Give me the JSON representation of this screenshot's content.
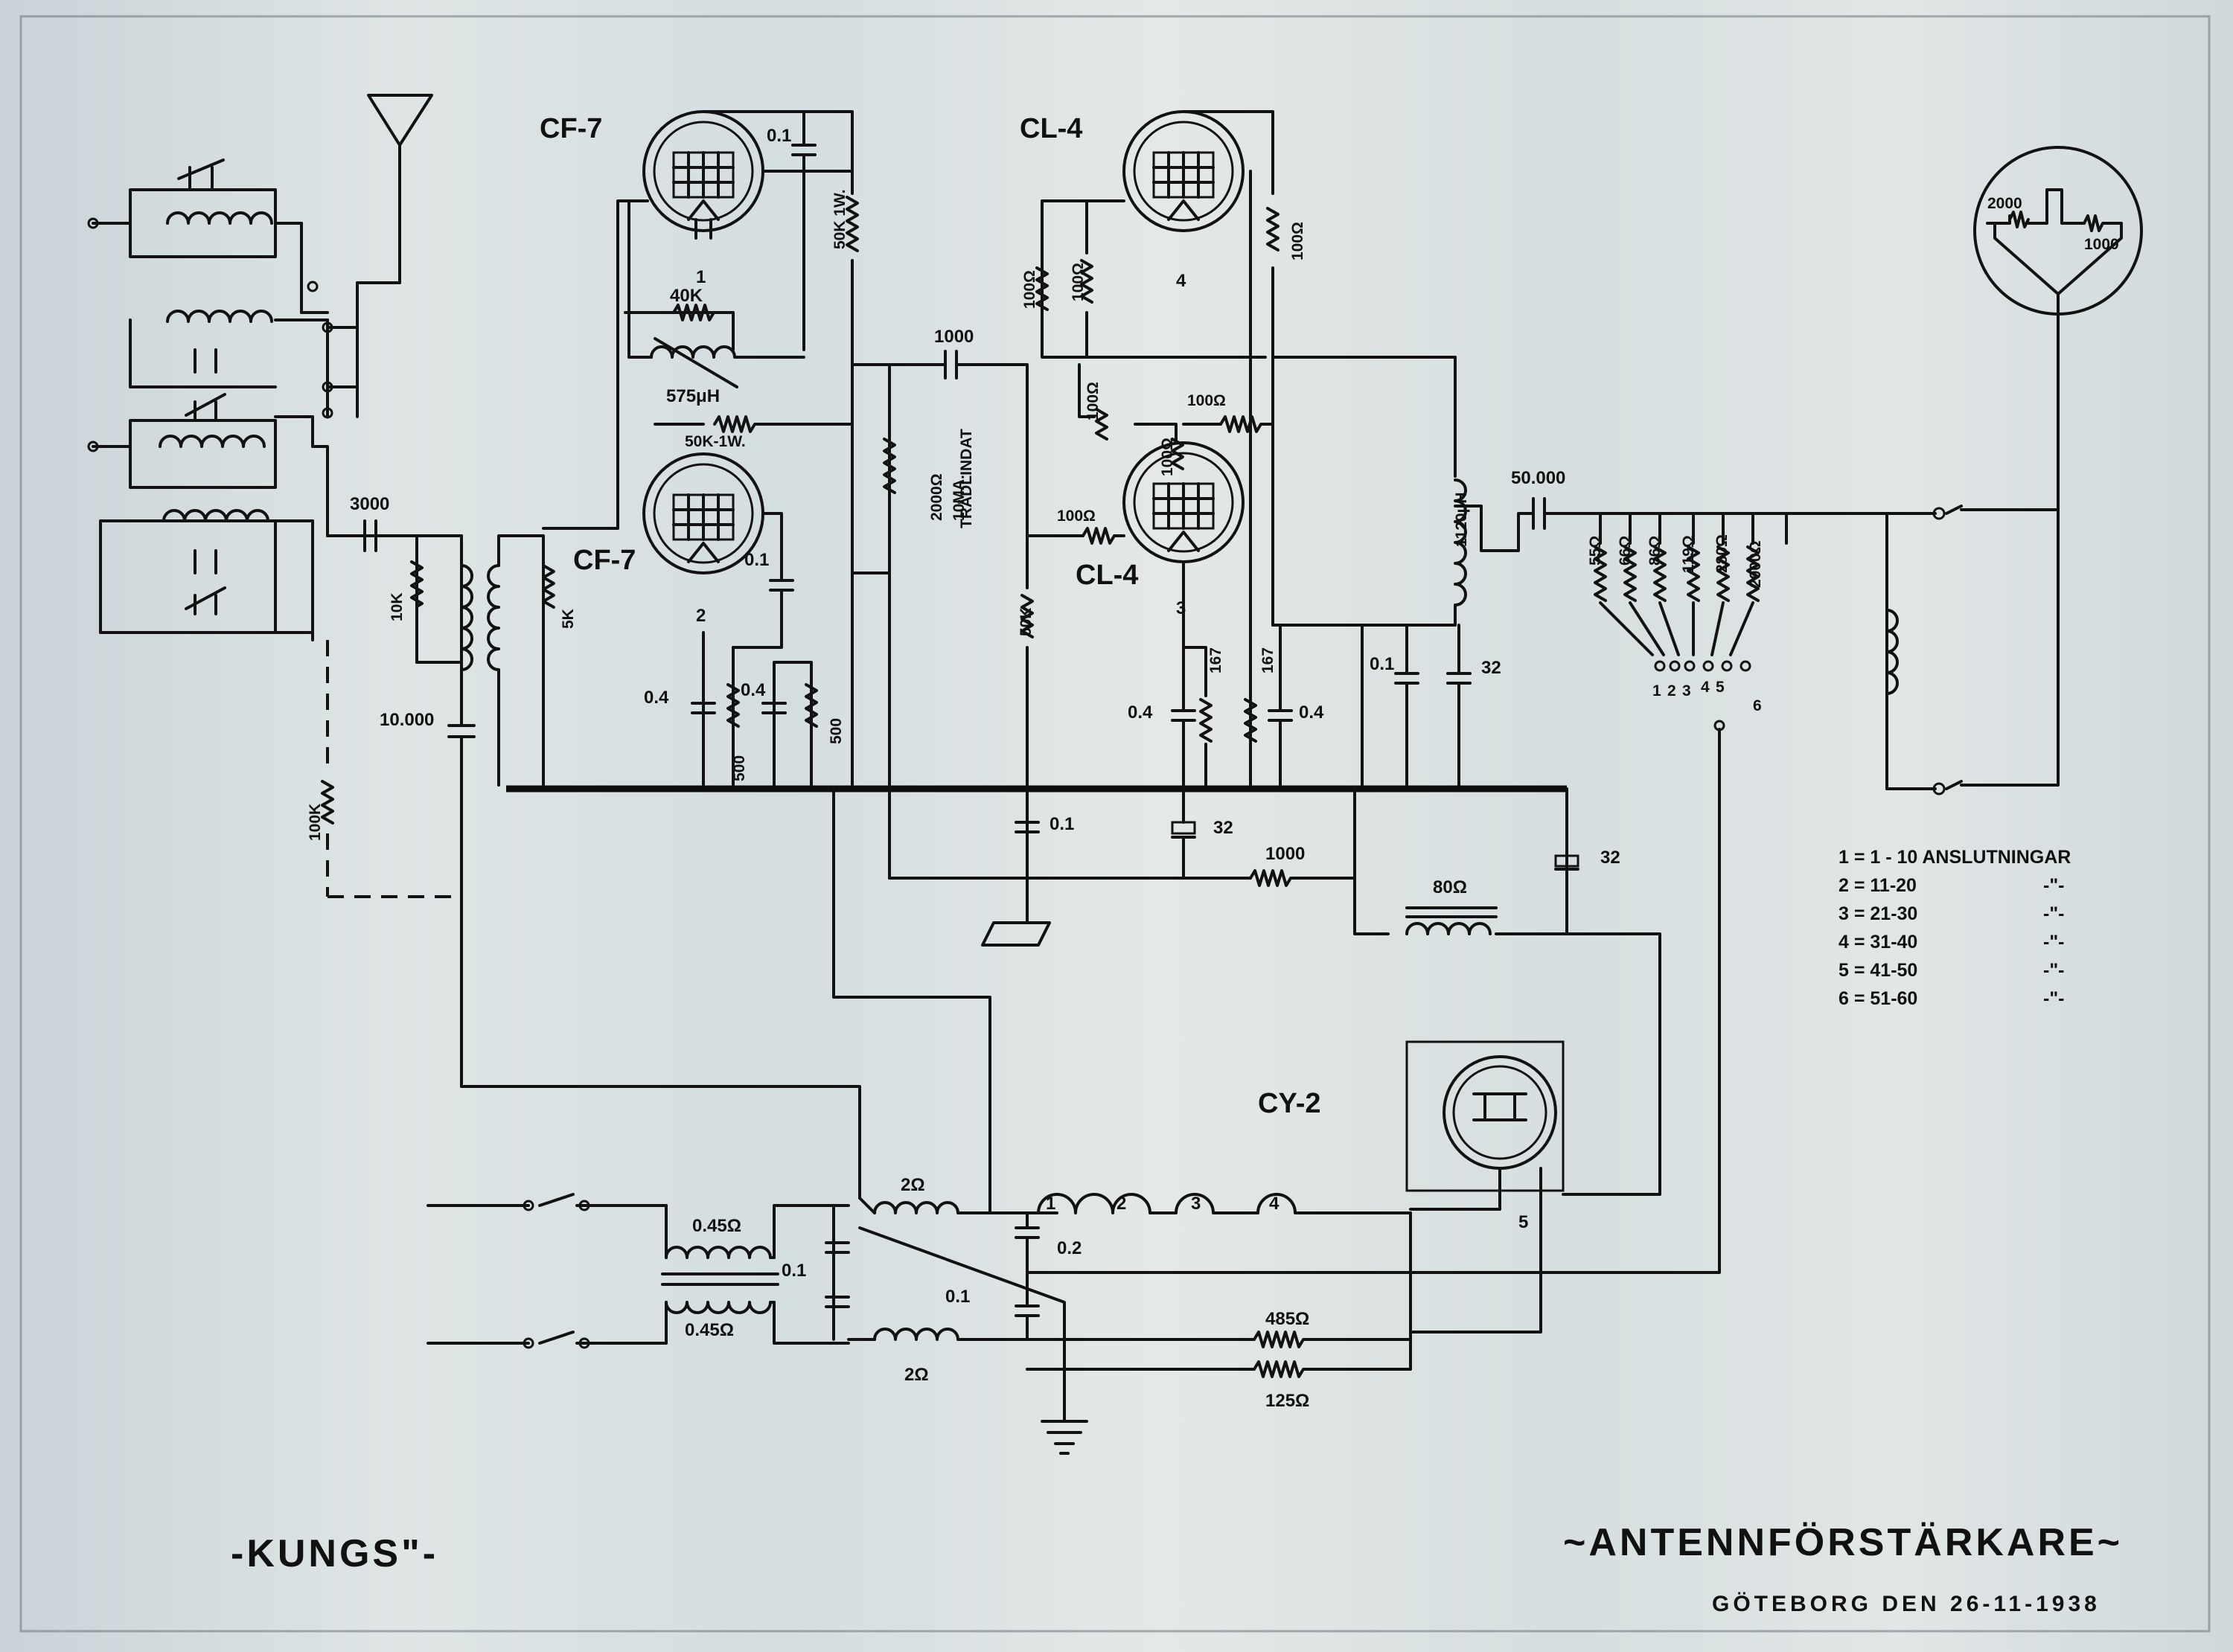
{
  "title_left": "-KUNGS\"-",
  "title_right": "~ANTENNFÖRSTÄRKARE~",
  "subtitle": "GÖTEBORG DEN 26-11-1938",
  "tubes": {
    "t1_name": "CF-7",
    "t1_no": "1",
    "t2_name": "CF-7",
    "t2_no": "2",
    "t3_name": "CL-4",
    "t3_no": "3",
    "t4_name": "CL-4",
    "t4_no": "4",
    "rect_name": "CY-2",
    "rect_no": "5"
  },
  "labels": {
    "c_3000": "3000",
    "r_10k": "10K",
    "r_5k": "5K",
    "c_10000": "10.000",
    "r_100k": "100K",
    "c_01_top": "0.1",
    "r_50k_1w": "50K 1W.",
    "r_40k": "40K",
    "l_575": "575μH",
    "r_50k_1w_b": "50K-1W.",
    "c_01_mid": "0.1",
    "c_04_a": "0.4",
    "r_500_a": "500",
    "c_04_b": "0.4",
    "r_500_b": "500",
    "c_1000_top": "1000",
    "r_2000_trad": "2000Ω",
    "trad_text": "TRÅDLINDAT",
    "trad_ma": "10MA.",
    "r_50k": "50K",
    "r_100_a": "100Ω",
    "r_100_b": "100Ω",
    "r_100_c": "100Ω",
    "r_100_d": "100Ω",
    "r_100_e": "100Ω",
    "r_100_f": "100Ω",
    "r_100_g": "100Ω",
    "c_04_c": "0.4",
    "r_167_a": "167",
    "r_167_b": "167",
    "c_04_d": "0.4",
    "l_1120": "1120μH",
    "c_01_r": "0.1",
    "c_32_r": "32",
    "c_50000": "50.000",
    "r_55": "55Ω",
    "r_66": "66Ω",
    "r_86": "86Ω",
    "r_119": "119Ω",
    "r_280": "280Ω",
    "r_2000b": "2000Ω",
    "sw_pos": "123456",
    "sw_1": "1",
    "sw_2": "2",
    "sw_3": "3",
    "sw_4": "4",
    "sw_5": "5",
    "sw_6": "6",
    "c_01_bus": "0.1",
    "c_32_bus": "32",
    "r_1000_bus": "1000",
    "c_32_far": "32",
    "l_80": "80Ω",
    "meter_2000": "2000",
    "meter_1000": "1000",
    "l_045_a": "0.45Ω",
    "l_045_b": "0.45Ω",
    "c_01_in": "0.1",
    "l_2_a": "2Ω",
    "l_2_b": "2Ω",
    "c_02": "0.2",
    "c_01_lo": "0.1",
    "fil_1": "1",
    "fil_2": "2",
    "fil_3": "3",
    "fil_4": "4",
    "r_485": "485Ω",
    "r_125": "125Ω"
  },
  "legend": [
    {
      "left": "1 = 1 - 10 ANSLUTNINGAR",
      "right": ""
    },
    {
      "left": "2 = 11-20",
      "right": "-\"-"
    },
    {
      "left": "3 = 21-30",
      "right": "-\"-"
    },
    {
      "left": "4 = 31-40",
      "right": "-\"-"
    },
    {
      "left": "5 = 41-50",
      "right": "-\"-"
    },
    {
      "left": "6 = 51-60",
      "right": "-\"-"
    }
  ]
}
